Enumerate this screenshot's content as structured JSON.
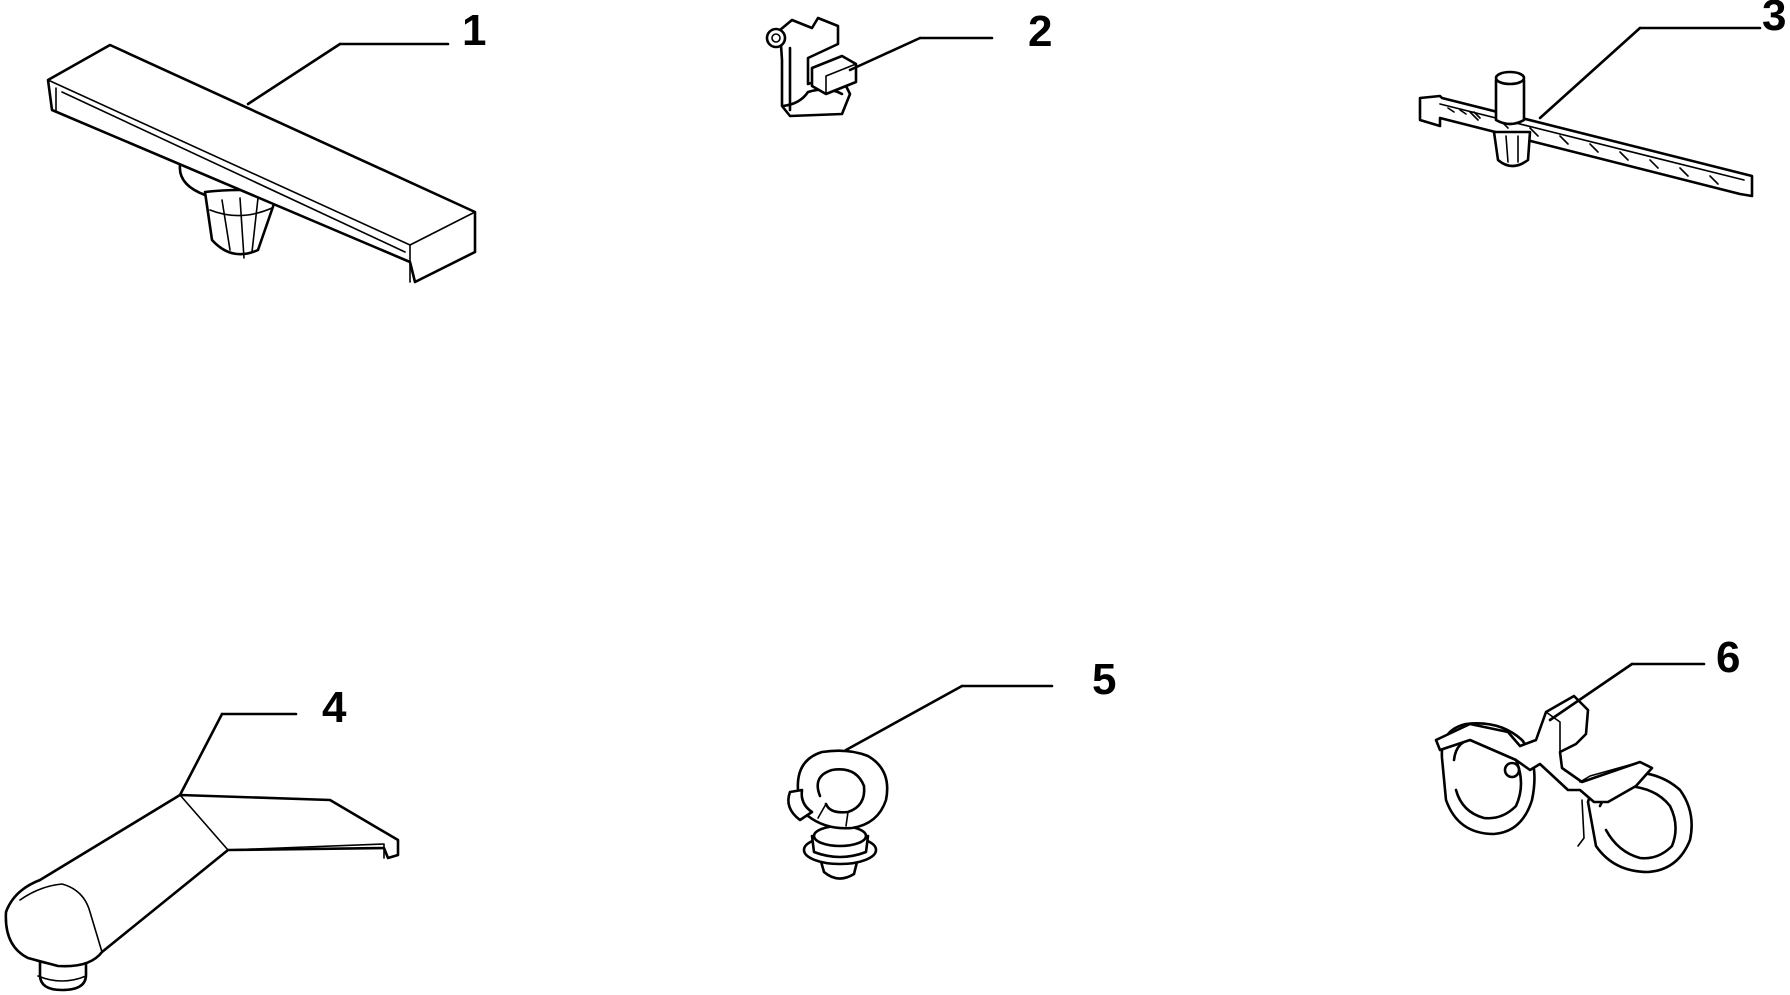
{
  "parts": [
    {
      "label": "1"
    },
    {
      "label": "2"
    },
    {
      "label": "3"
    },
    {
      "label": "4"
    },
    {
      "label": "5"
    },
    {
      "label": "6"
    }
  ]
}
